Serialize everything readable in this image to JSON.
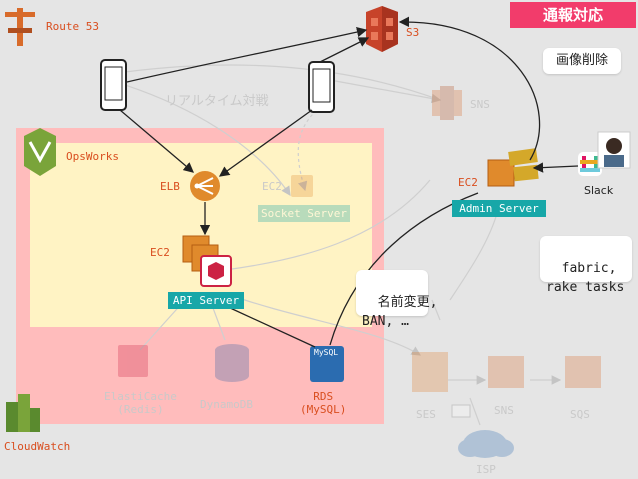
{
  "banner": {
    "text": "通報対応",
    "color": "#f23c6b"
  },
  "services": {
    "route53": "Route 53",
    "s3": "S3",
    "sns_top": "SNS",
    "opsworks": "OpsWorks",
    "elb": "ELB",
    "ec2_socket": "EC2",
    "socket_server": "Socket Server",
    "ec2_api": "EC2",
    "api_server": "API Server",
    "ec2_admin": "EC2",
    "admin_server": "Admin Server",
    "slack": "Slack",
    "elasticache": "ElastiCache\n(Redis)",
    "dynamodb": "DynamoDB",
    "rds": "RDS\n(MySQL)",
    "mysql_badge": "MySQL",
    "ses": "SES",
    "sns_bottom": "SNS",
    "sqs": "SQS",
    "isp": "ISP",
    "cloudwatch": "CloudWatch"
  },
  "annotations": {
    "realtime": "リアルタイム対戦",
    "image_delete": "画像削除",
    "fabric": "fabric,\nrake tasks",
    "rename_ban": "名前変更,\nBAN, …"
  },
  "colors": {
    "accent": "#d94e1f",
    "teal": "#17a7a8",
    "pink_zone": "#ffbcbc",
    "yellow_zone": "#fff3c4",
    "background": "#e5e5e5"
  }
}
